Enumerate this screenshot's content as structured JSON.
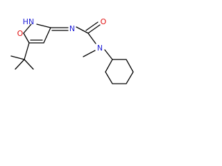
{
  "colors": {
    "background": "#ffffff",
    "bond": "#000000",
    "nitrogen": "#1f1fd6",
    "oxygen": "#e01010",
    "carbon_text": "#000000"
  },
  "atoms": {
    "isoxazole_nh": "HN",
    "isoxazole_o": "O",
    "imine_n": "N",
    "carbonyl_o": "O",
    "amide_n": "N"
  }
}
